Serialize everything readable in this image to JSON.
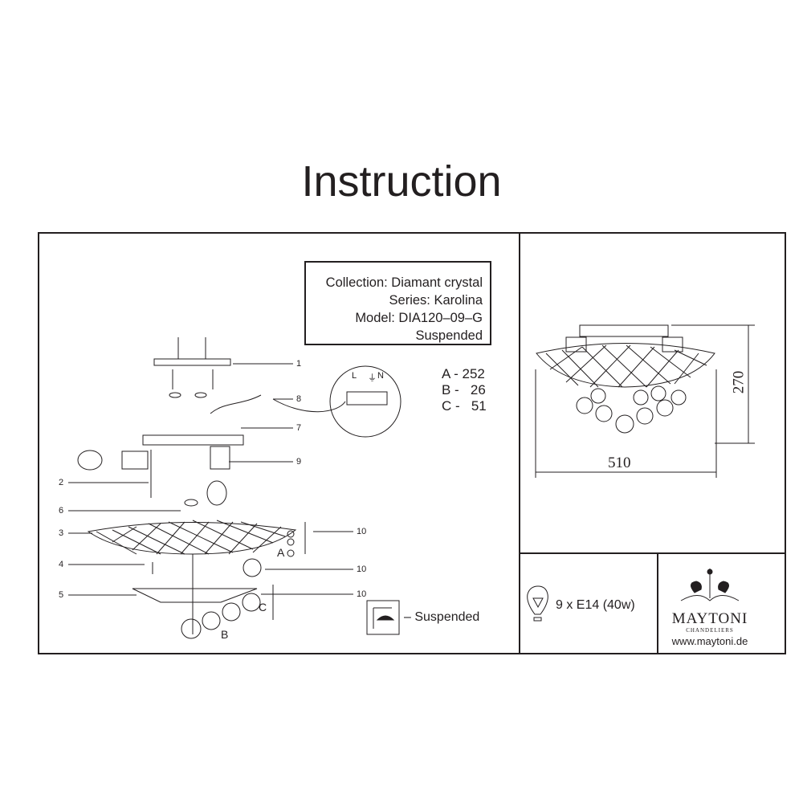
{
  "title": "Instruction",
  "info": {
    "collection": "Collection: Diamant crystal",
    "series": "Series: Karolina",
    "model": "Model: DIA120–09–G",
    "type": "Suspended"
  },
  "specs": {
    "a": "A - 252",
    "b": "B -   26",
    "c": "C -   51"
  },
  "part_numbers": [
    "1",
    "2",
    "3",
    "4",
    "5",
    "6",
    "7",
    "8",
    "9",
    "10",
    "10",
    "10"
  ],
  "terminal_labels": {
    "l": "L",
    "n": "N"
  },
  "crystal_labels": {
    "a": "A",
    "b": "B",
    "c": "C"
  },
  "mount": {
    "label": "– Suspended",
    "icon": "suspended-mount-icon"
  },
  "dimensions": {
    "height": "270",
    "width": "510"
  },
  "bulb": {
    "icon": "light-bulb-icon",
    "label": "9 x E14 (40w)"
  },
  "brand": {
    "name": "MAYTONI",
    "sub": "CHANDELIERS",
    "url": "www.maytoni.de"
  }
}
